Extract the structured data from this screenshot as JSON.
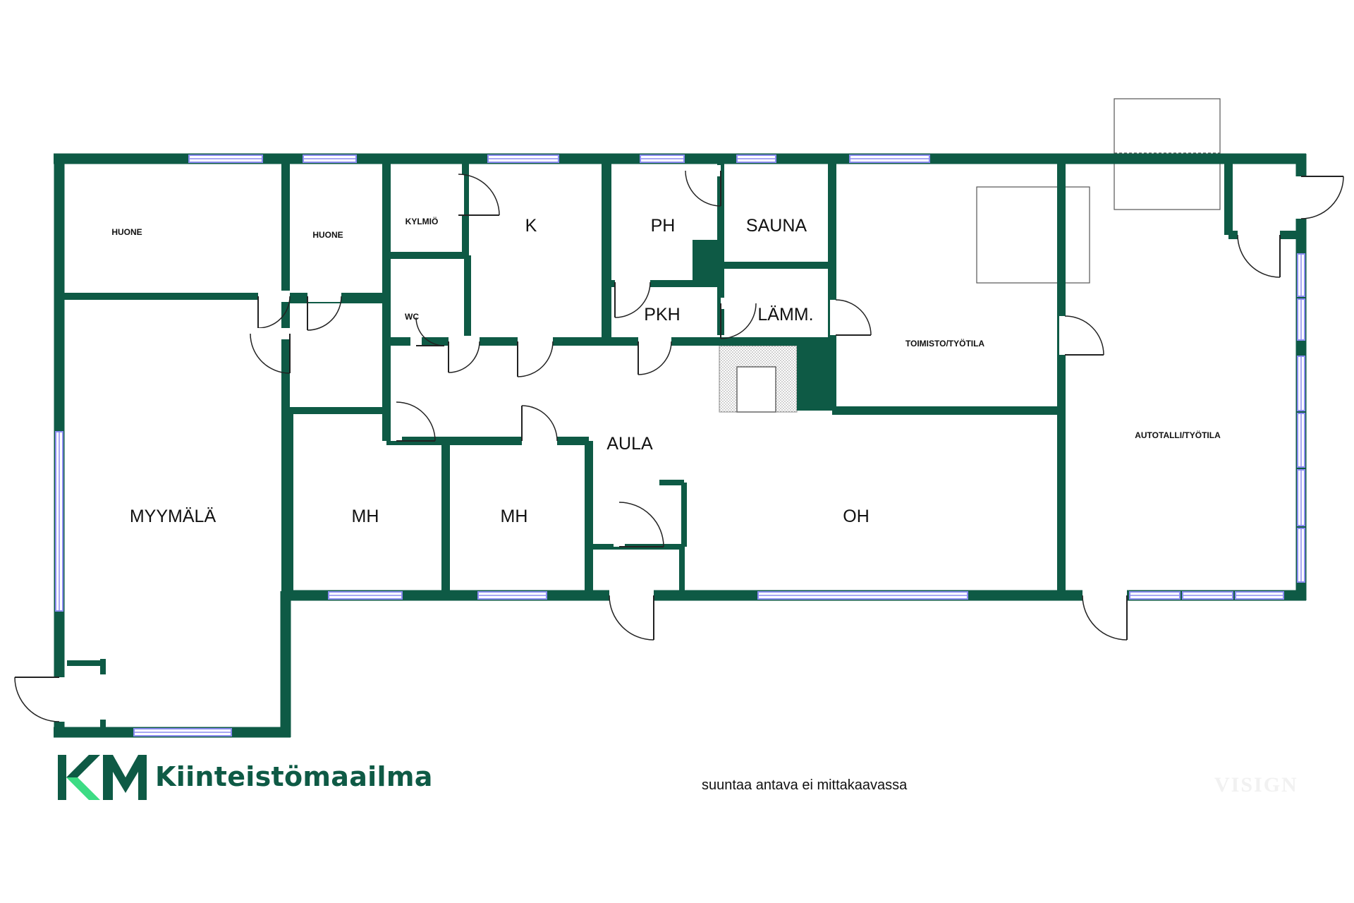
{
  "colors": {
    "wall": "#0e5a45",
    "window": "#8b8cf0",
    "accent_green": "#3ddc84"
  },
  "rooms": {
    "huone1": "HUONE",
    "huone2": "HUONE",
    "kylmio": "KYLMIÖ",
    "k": "K",
    "ph": "PH",
    "sauna": "SAUNA",
    "wc": "WC",
    "pkh": "PKH",
    "lamm": "LÄMM.",
    "toimisto": "TOIMISTO/TYÖTILA",
    "autotalli": "AUTOTALLI/TYÖTILA",
    "aula": "AULA",
    "myymala": "MYYMÄLÄ",
    "mh1": "MH",
    "mh2": "MH",
    "oh": "OH"
  },
  "brand": {
    "logo_text": "KM",
    "name": "Kiinteistömaailma"
  },
  "note": "suuntaa antava ei mittakaavassa",
  "watermark": "VISIGN"
}
